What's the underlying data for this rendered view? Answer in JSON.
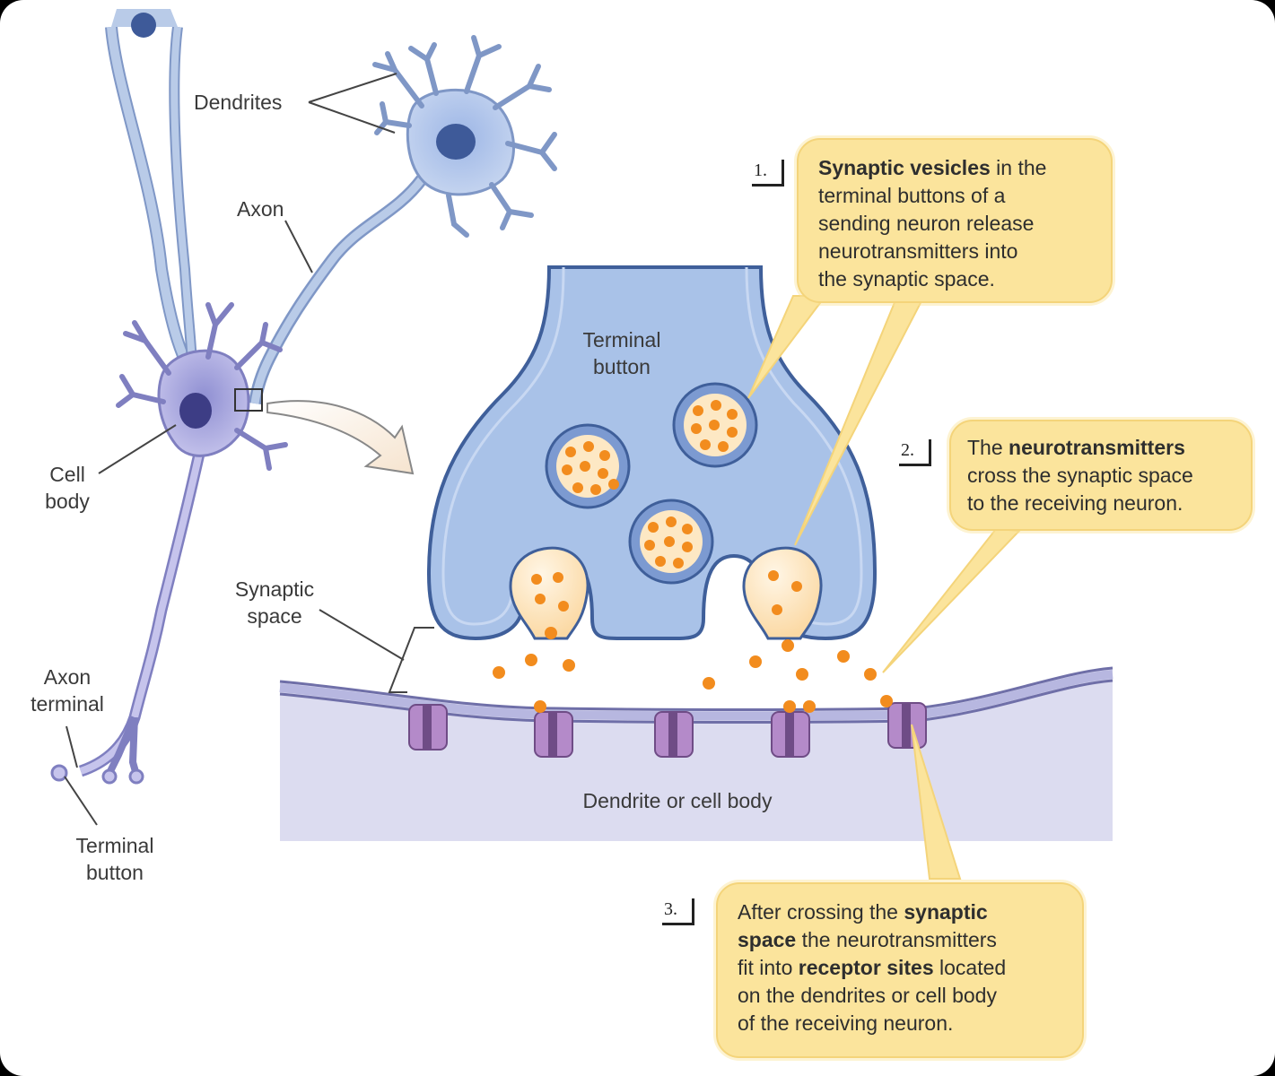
{
  "labels": {
    "dendrites": "Dendrites",
    "axon": "Axon",
    "cell_body": [
      "Cell",
      "body"
    ],
    "axon_terminal": [
      "Axon",
      "terminal"
    ],
    "terminal_button_small": [
      "Terminal",
      "button"
    ],
    "synaptic_space": [
      "Synaptic",
      "space"
    ],
    "terminal_button_large": [
      "Terminal",
      "button"
    ],
    "dendrite_or_cell_body": "Dendrite or cell body"
  },
  "callouts": [
    {
      "step": "1.",
      "lines": [
        [
          {
            "t": "Synaptic vesicles",
            "b": true
          },
          {
            "t": " in the",
            "b": false
          }
        ],
        [
          {
            "t": "terminal buttons of a",
            "b": false
          }
        ],
        [
          {
            "t": "sending neuron release",
            "b": false
          }
        ],
        [
          {
            "t": "neurotransmitters into",
            "b": false
          }
        ],
        [
          {
            "t": "the synaptic space.",
            "b": false
          }
        ]
      ]
    },
    {
      "step": "2.",
      "lines": [
        [
          {
            "t": "The ",
            "b": false
          },
          {
            "t": "neurotransmitters",
            "b": true
          }
        ],
        [
          {
            "t": "cross the synaptic space",
            "b": false
          }
        ],
        [
          {
            "t": "to the receiving neuron.",
            "b": false
          }
        ]
      ]
    },
    {
      "step": "3.",
      "lines": [
        [
          {
            "t": "After crossing the ",
            "b": false
          },
          {
            "t": "synaptic",
            "b": true
          }
        ],
        [
          {
            "t": "space",
            "b": true
          },
          {
            "t": " the neurotransmitters",
            "b": false
          }
        ],
        [
          {
            "t": "fit into ",
            "b": false
          },
          {
            "t": "receptor sites",
            "b": true
          },
          {
            "t": " located",
            "b": false
          }
        ],
        [
          {
            "t": "on the dendrites or cell body",
            "b": false
          }
        ],
        [
          {
            "t": "of the receiving neuron.",
            "b": false
          }
        ]
      ]
    }
  ],
  "colors": {
    "neuron_fill": "#b9cbe8",
    "neuron_stroke": "#7f97c6",
    "button_fill": "#a9c2e8",
    "button_stroke": "#3f5f9a",
    "vesicle_fill": "#fde8c4",
    "neurotransmitter": "#f28c1e",
    "receptor": "#b48ac9",
    "receiving_region": "#dcdcf0",
    "callout": "#fbe49c"
  }
}
